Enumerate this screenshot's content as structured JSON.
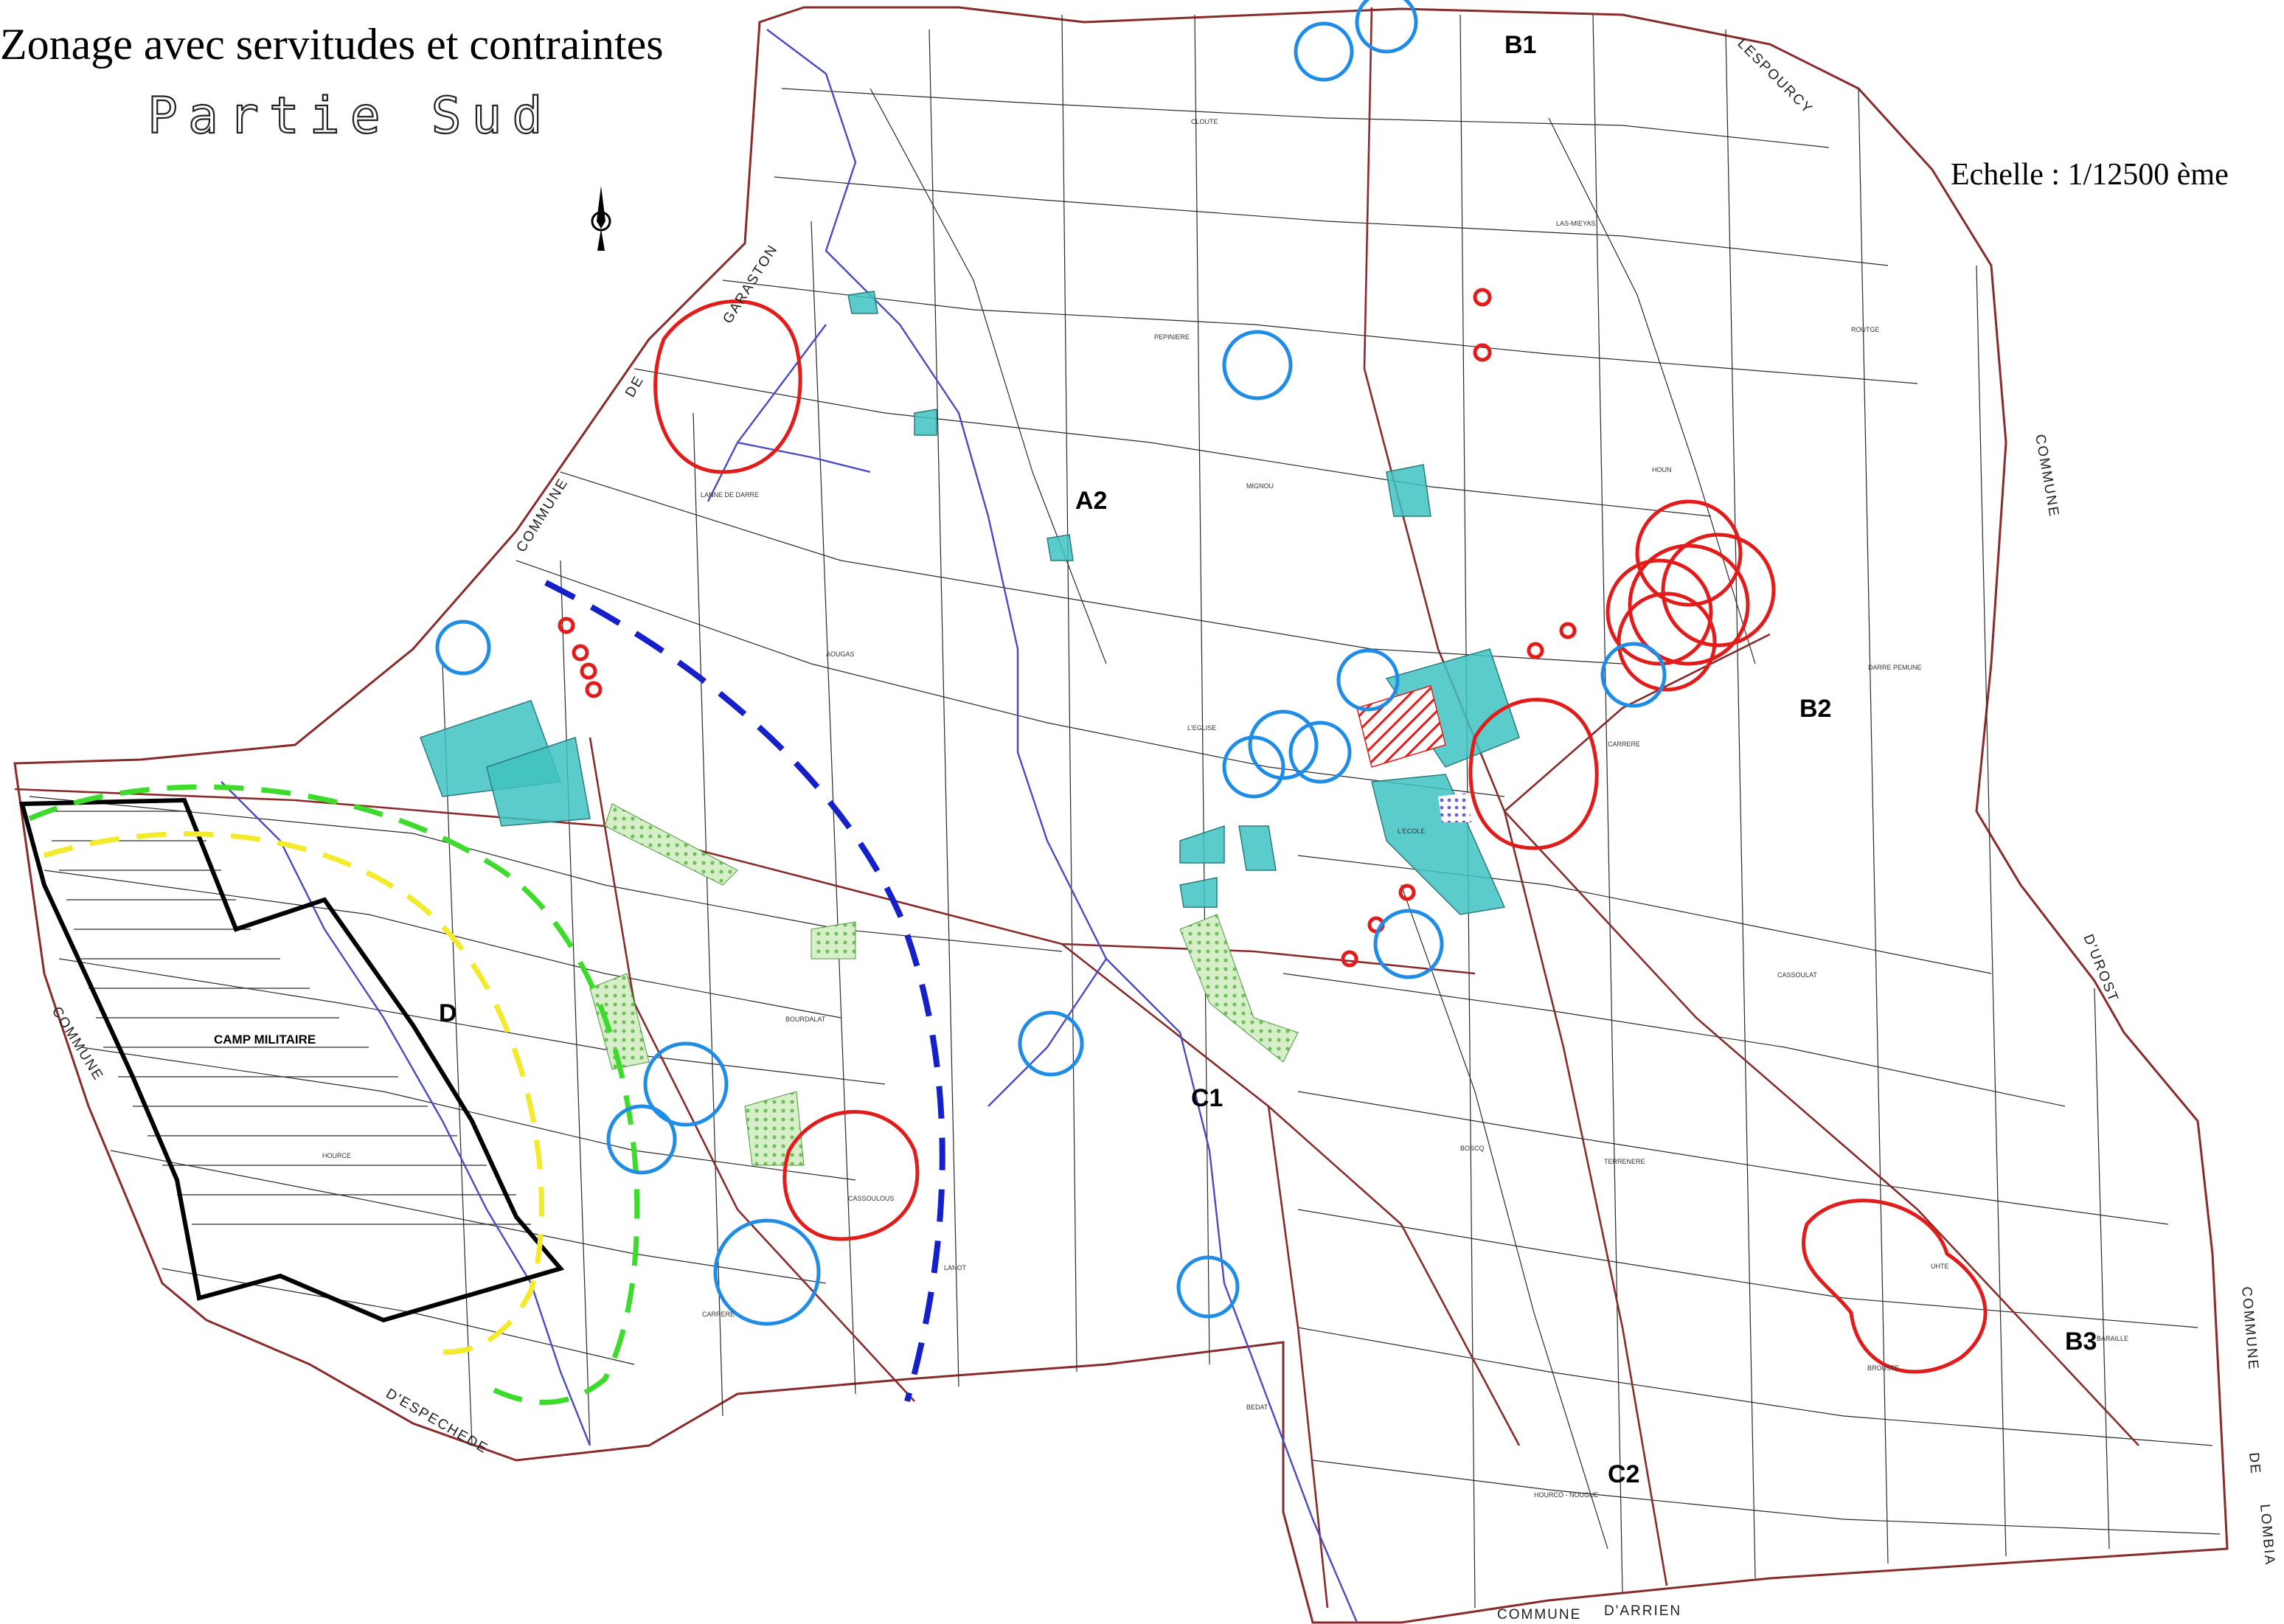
{
  "header": {
    "title": "Zonage avec servitudes et contraintes",
    "subtitle": "Partie Sud",
    "scale": "Echelle : 1/12500 ème"
  },
  "zones": {
    "a2": "A2",
    "b1": "B1",
    "b2": "B2",
    "b3": "B3",
    "c1": "C1",
    "c2": "C2",
    "d": "D"
  },
  "communes": {
    "garaston": "GARASTON",
    "de_north": "DE",
    "commune_northwest": "COMMUNE",
    "commune_west": "COMMUNE",
    "lespourcy": "LESPOURCY",
    "commune_east": "COMMUNE",
    "urost": "D'UROST",
    "commune_southeast": "COMMUNE",
    "de_southeast": "DE",
    "lombia": "LOMBIA",
    "espechede": "D'ESPECHEDE",
    "commune_south": "COMMUNE",
    "arrien": "D'ARRIEN"
  },
  "places": {
    "camp_militaire": "CAMP MILITAIRE",
    "lanne_de_darre": "LANNE DE DARRE",
    "cloute": "CLOUTE",
    "las_mieyas": "LAS-MIEYAS",
    "routge": "ROUTGE",
    "l_eglise": "L'EGLISE",
    "l_ecole": "L'ECOLE",
    "darre_pemune": "DARRE PEMUNE",
    "carrere_east": "CARRERE",
    "cassoulat": "CASSOULAT",
    "terrenere": "TERRENERE",
    "baraille": "BARAILLE",
    "bedat": "BEDAT",
    "hourco_nouguie": "HOURCO - NOUGUE",
    "lanot": "LANOT",
    "carrere_south": "CARRERE",
    "bourdalat": "BOURDALAT",
    "aougas": "AOUGAS",
    "pepiniere": "PEPINIERE",
    "mignou": "MIGNOU",
    "houn": "HOUN",
    "bosc": "BOSCQ",
    "hource": "HOURCE",
    "cassoulous": "CASSOULOUS",
    "uhte": "UHTE",
    "brouste": "BROUSTE"
  },
  "map_colors": {
    "parcel_lines": "#2a2a2a",
    "roads_and_boundary": "#8a2b2b",
    "rivers": "#4a4ac4",
    "cyan_zones": "#3fc2c2",
    "red_circles": "#e21b1b",
    "blue_circles": "#1f8ce6",
    "dark_blue_dashed": "#1520c8",
    "green_dashed": "#3ddb2c",
    "yellow_dashed": "#f2ea2a",
    "green_hatch": "#9ccf8a",
    "red_hatch": "#e21b1b",
    "military_camp_border": "#000000"
  },
  "icons": {
    "north_arrow": "north-arrow-icon"
  }
}
